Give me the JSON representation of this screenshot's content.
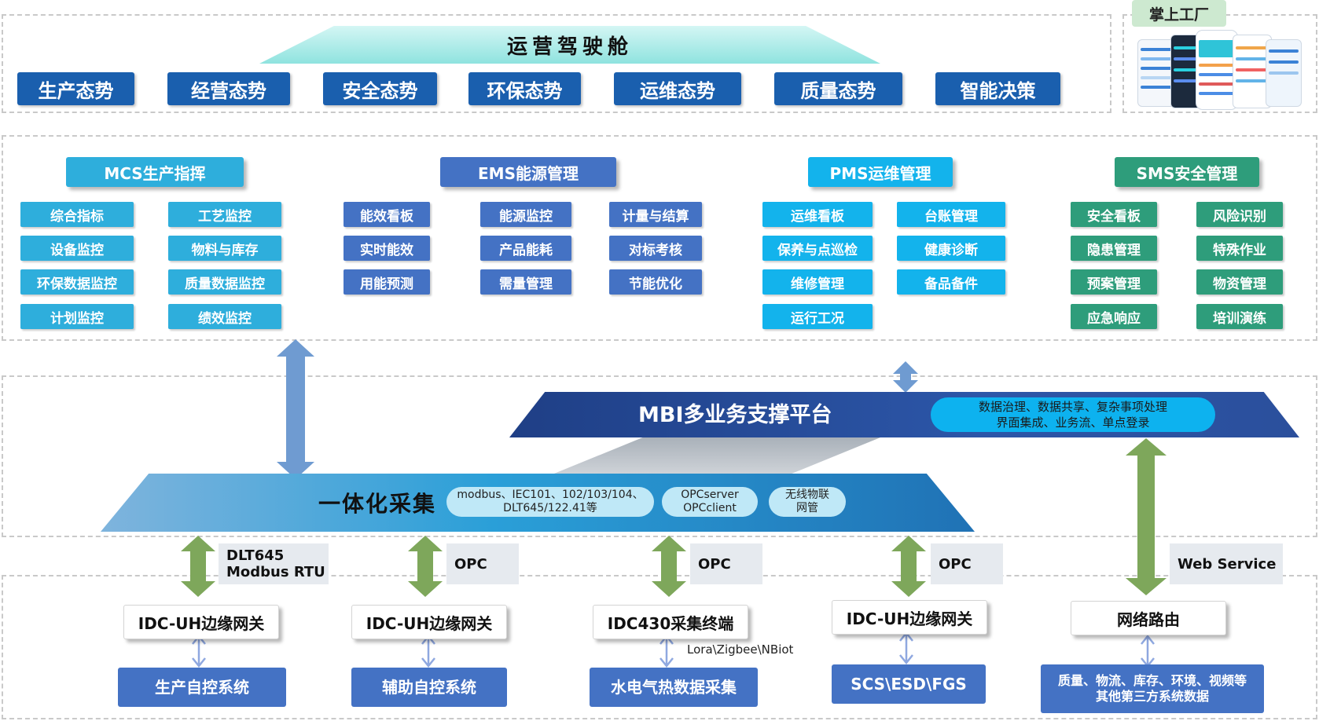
{
  "cockpit": {
    "title": "运营驾驶舱",
    "buttons": [
      "生产态势",
      "经营态势",
      "安全态势",
      "环保态势",
      "运维态势",
      "质量态势",
      "智能决策"
    ]
  },
  "mobile": {
    "label": "掌上工厂"
  },
  "modules": {
    "mcs": {
      "title": "MCS生产指挥",
      "items": [
        "综合指标",
        "工艺监控",
        "设备监控",
        "物料与库存",
        "环保数据监控",
        "质量数据监控",
        "计划监控",
        "绩效监控"
      ]
    },
    "ems": {
      "title": "EMS能源管理",
      "items": [
        "能效看板",
        "能源监控",
        "计量与结算",
        "实时能效",
        "产品能耗",
        "对标考核",
        "用能预测",
        "需量管理",
        "节能优化"
      ]
    },
    "pms": {
      "title": "PMS运维管理",
      "items": [
        "运维看板",
        "台账管理",
        "保养与点巡检",
        "健康诊断",
        "维修管理",
        "备品备件",
        "运行工况"
      ]
    },
    "sms": {
      "title": "SMS安全管理",
      "items": [
        "安全看板",
        "风险识别",
        "隐患管理",
        "特殊作业",
        "预案管理",
        "物资管理",
        "应急响应",
        "培训演练"
      ]
    }
  },
  "mbi": {
    "title": "MBI多业务支撑平台",
    "features_line1": "数据治理、数据共享、复杂事项处理",
    "features_line2": "界面集成、业务流、单点登录"
  },
  "collection": {
    "title": "一体化采集",
    "pill1_line1": "modbus、IEC101、102/103/104、",
    "pill1_line2": "DLT645/122.41等",
    "pill2_line1": "OPCserver",
    "pill2_line2": "OPCclient",
    "pill3_line1": "无线物联",
    "pill3_line2": "网管"
  },
  "protocols": {
    "p1_line1": "DLT645",
    "p1_line2": "Modbus RTU",
    "p2": "OPC",
    "p3": "OPC",
    "p4": "OPC",
    "p5": "Web Service"
  },
  "gateways": [
    "IDC-UH边缘网关",
    "IDC-UH边缘网关",
    "IDC430采集终端",
    "IDC-UH边缘网关",
    "网络路由"
  ],
  "wireless_label": "Lora\\Zigbee\\NBiot",
  "systems": {
    "s1": "生产自控系统",
    "s2": "辅助自控系统",
    "s3": "水电气热数据采集",
    "s4": "SCS\\ESD\\FGS",
    "s5_line1": "质量、物流、库存、环境、视频等",
    "s5_line2": "其他第三方系统数据"
  },
  "colors": {
    "cockpit_button": "#1a5fae",
    "mcs": "#2eaedc",
    "ems": "#4472c4",
    "pms": "#13b3ec",
    "sms": "#2e9d7b",
    "mbi": "#2c56a8",
    "system_box": "#4472c4",
    "arrow_blue": "#6f9bd1",
    "arrow_green": "#7ea75b"
  }
}
